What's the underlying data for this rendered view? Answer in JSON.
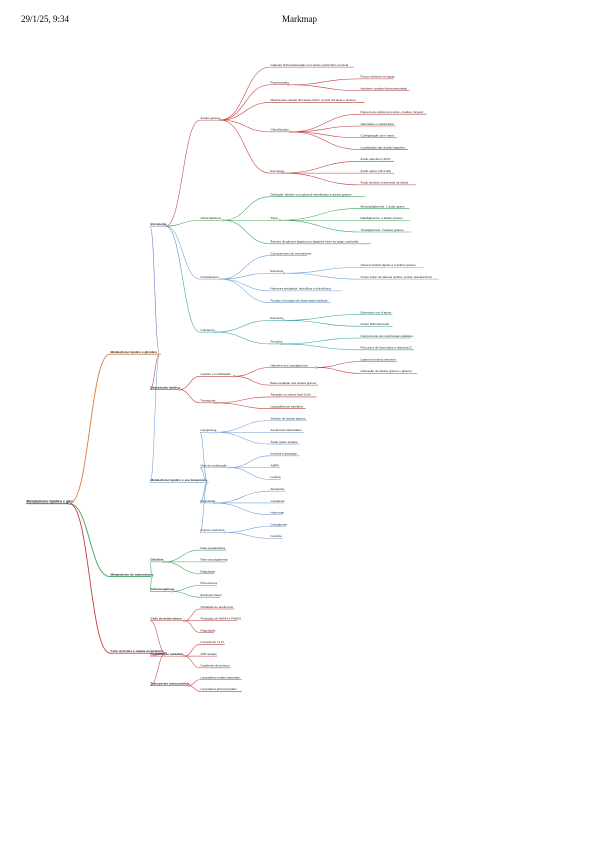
{
  "header": {
    "date": "29/1/25, 9:34",
    "title": "Markmap"
  },
  "colors": {
    "root": "#555555",
    "b1": "#6d9fd6",
    "b2": "#3aa35a",
    "b3": "#e07b39",
    "b4": "#c23a3a",
    "b5": "#8a5fc2",
    "b6": "#2aa0a0"
  },
  "mindmap": {
    "label": "Metabolismo lípidico e glicí",
    "children": [
      {
        "label": "Metabolismo lípidico e glicídico",
        "color": "#e07b39",
        "children": [
          {
            "label": "Introdução",
            "color": "#8a5fc2",
            "children": [
              {
                "label": "Ácidos graxos",
                "color": "#c23a3a",
                "children": [
                  {
                    "label": "Cadeias hidrocarbonadas com ácido carboxílico terminal"
                  },
                  {
                    "label": "Propriedades",
                    "children": [
                      {
                        "label": "Pouco solúveis em água"
                      },
                      {
                        "label": "Apolares (cadeia hidrocarbonada)"
                      }
                    ]
                  },
                  {
                    "label": "Maioria das células humanas obtém a partir da dieta e síntese"
                  },
                  {
                    "label": "Classificação",
                    "children": [
                      {
                        "label": "Número de carbonos (curtos, médios, longos)"
                      },
                      {
                        "label": "Saturados e insaturados"
                      },
                      {
                        "label": "Configuração cis e trans"
                      },
                      {
                        "label": "Localização das duplas ligações"
                      }
                    ]
                  },
                  {
                    "label": "Exemplos",
                    "children": [
                      {
                        "label": "Ácido palmítico (16:0)"
                      },
                      {
                        "label": "Ácido oleico (18:1 Δ9)"
                      },
                      {
                        "label": "Ácido linoleico (essencial na dieta)"
                      }
                    ]
                  }
                ]
              },
              {
                "label": "Glicerolipídeos",
                "color": "#3aa35a",
                "children": [
                  {
                    "label": "Definição: lipídios com glicerol esterificado a ácidos graxos"
                  },
                  {
                    "label": "Tipos",
                    "children": [
                      {
                        "label": "Monoacilgliceróis: 1 ácido graxo"
                      },
                      {
                        "label": "Diacilgliceróis: 2 ácidos graxos"
                      },
                      {
                        "label": "Triacilgliceróis: 3 ácidos graxos"
                      }
                    ]
                  },
                  {
                    "label": "Ésteres de glicerol ligados por ligações éster ao grupo carboxila"
                  }
                ]
              },
              {
                "label": "Fosfolipídeos",
                "color": "#6d9fd6",
                "children": [
                  {
                    "label": "Componentes de membranas"
                  },
                  {
                    "label": "Estrutura",
                    "children": [
                      {
                        "label": "Glicerol-fosfato ligado a 2 ácidos graxos"
                      },
                      {
                        "label": "Grupo polar na cabeça (colina, serina, etanolamina)"
                      }
                    ]
                  },
                  {
                    "label": "Natureza anfipática: hidrofílica e hidrofóbica"
                  },
                  {
                    "label": "Função: formação de bicamadas lipídicas"
                  }
                ]
              },
              {
                "label": "Colesterol",
                "color": "#2aa0a0",
                "children": [
                  {
                    "label": "Estrutura",
                    "children": [
                      {
                        "label": "Esteroide com 4 anéis"
                      },
                      {
                        "label": "Grupo hidroxila polar"
                      }
                    ]
                  },
                  {
                    "label": "Funções",
                    "children": [
                      {
                        "label": "Componente de membranas celulares"
                      },
                      {
                        "label": "Precursor de hormônios e vitamina D"
                      }
                    ]
                  }
                ]
              }
            ]
          },
          {
            "label": "Degradação lipídica",
            "color": "#c23a3a",
            "children": [
              {
                "label": "Lipólise e mobilização",
                "children": [
                  {
                    "label": "Hidrólise dos triacilgliceróis",
                    "children": [
                      {
                        "label": "Lipase hormônio sensível"
                      },
                      {
                        "label": "Liberação de ácidos graxos e glicerol"
                      }
                    ]
                  },
                  {
                    "label": "Beta-oxidação dos ácidos graxos"
                  }
                ]
              },
              {
                "label": "Transporte",
                "children": [
                  {
                    "label": "Ativação no citosol (acil-CoA)"
                  },
                  {
                    "label": "Lançadeira de carnitina"
                  }
                ]
              }
            ]
          },
          {
            "label": "Metabolismo lipídico e sua bioquímica",
            "color": "#6d9fd6",
            "children": [
              {
                "label": "Lipogênese",
                "children": [
                  {
                    "label": "Síntese de ácidos graxos"
                  },
                  {
                    "label": "Acetil-CoA carboxilase"
                  },
                  {
                    "label": "Ácido graxo sintase"
                  }
                ]
              },
              {
                "label": "Vias de sinalização",
                "children": [
                  {
                    "label": "Insulina e glucagon"
                  },
                  {
                    "label": "AMPK"
                  },
                  {
                    "label": "Leptina"
                  }
                ]
              },
              {
                "label": "Regulação",
                "children": [
                  {
                    "label": "Alostérica"
                  },
                  {
                    "label": "Covalente"
                  },
                  {
                    "label": "Hormonal"
                  }
                ]
              },
              {
                "label": "Corpos cetônicos",
                "children": [
                  {
                    "label": "Cetogênese"
                  },
                  {
                    "label": "Cetólise"
                  }
                ]
              }
            ]
          }
        ]
      },
      {
        "label": "Metabolismo de carboidratos",
        "color": "#3aa35a",
        "children": [
          {
            "label": "Glicólise",
            "children": [
              {
                "label": "Fase preparatória"
              },
              {
                "label": "Fase de pagamento"
              },
              {
                "label": "Regulação"
              }
            ]
          },
          {
            "label": "Gliconeogênese",
            "children": [
              {
                "label": "Precursores"
              },
              {
                "label": "Enzimas-chave"
              }
            ]
          }
        ]
      },
      {
        "label": "Ciclo de Krebs e cadeia respiratória",
        "color": "#c23a3a",
        "children": [
          {
            "label": "Ciclo do ácido cítrico",
            "children": [
              {
                "label": "Oxidação de acetil-CoA"
              },
              {
                "label": "Produção de NADH e FADH2"
              },
              {
                "label": "Regulação"
              }
            ]
          },
          {
            "label": "Fosforilação oxidativa",
            "children": [
              {
                "label": "Complexos I a IV"
              },
              {
                "label": "ATP sintase"
              },
              {
                "label": "Gradiente de prótons"
              }
            ]
          },
          {
            "label": "Transportes mitocondriais",
            "children": [
              {
                "label": "Lançadeira malato-aspartato"
              },
              {
                "label": "Lançadeira glicerol-fosfato"
              }
            ]
          }
        ]
      }
    ]
  }
}
